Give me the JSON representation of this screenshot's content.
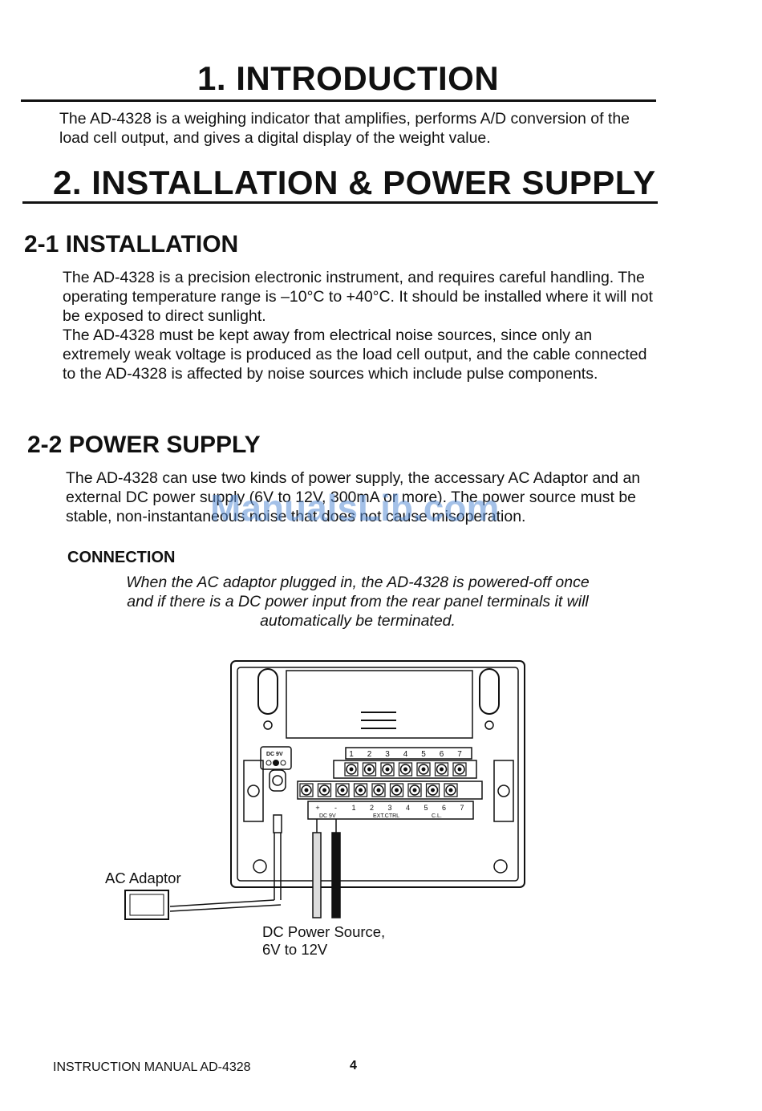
{
  "section1": {
    "title": "1. INTRODUCTION",
    "body": "The AD-4328 is a weighing indicator that amplifies, performs A/D conversion of the load cell output, and gives a digital display of the weight value."
  },
  "section2": {
    "title": "2. INSTALLATION & POWER SUPPLY"
  },
  "section2_1": {
    "title": "2-1 INSTALLATION",
    "paragraphs": [
      "The AD-4328 is a precision electronic instrument, and requires careful handling. The operating temperature range is –10°C to +40°C. It should be installed where it will not be exposed to direct sunlight.",
      "The AD-4328 must be kept away from electrical noise sources, since only an extremely weak voltage is produced as the load cell output, and the cable connected to the AD-4328 is affected by noise sources which include pulse components."
    ]
  },
  "section2_2": {
    "title": "2-2 POWER SUPPLY",
    "body": "The AD-4328 can use two kinds of power supply, the accessary AC Adaptor and an external DC power supply (6V to 12V, 300mA or more). The power source must be stable, non-instantaneous noise that does not cause misoperation."
  },
  "connection": {
    "title": "CONNECTION",
    "note": "When the AC adaptor plugged in, the AD-4328 is powered-off once and if there is a DC power input from the rear panel terminals it will automatically  be terminated."
  },
  "diagram": {
    "dc_jack_label": "DC 9V",
    "terminal_numbers": [
      "1",
      "2",
      "3",
      "4",
      "5",
      "6",
      "7"
    ],
    "bottom_numbers": [
      "+",
      "-",
      "1",
      "2",
      "3",
      "4",
      "5",
      "6",
      "7"
    ],
    "group_dc9v": "DC 9V",
    "group_extctrl": "EXT.CTRL",
    "group_cl": "C.L.",
    "ac_adaptor_label": "AC Adaptor",
    "dc_source_label_line1": "DC Power Source,",
    "dc_source_label_line2": "6V to 12V"
  },
  "watermark": "ManualsLib.com",
  "footer": {
    "left": "INSTRUCTION MANUAL AD-4328",
    "page": "4"
  }
}
